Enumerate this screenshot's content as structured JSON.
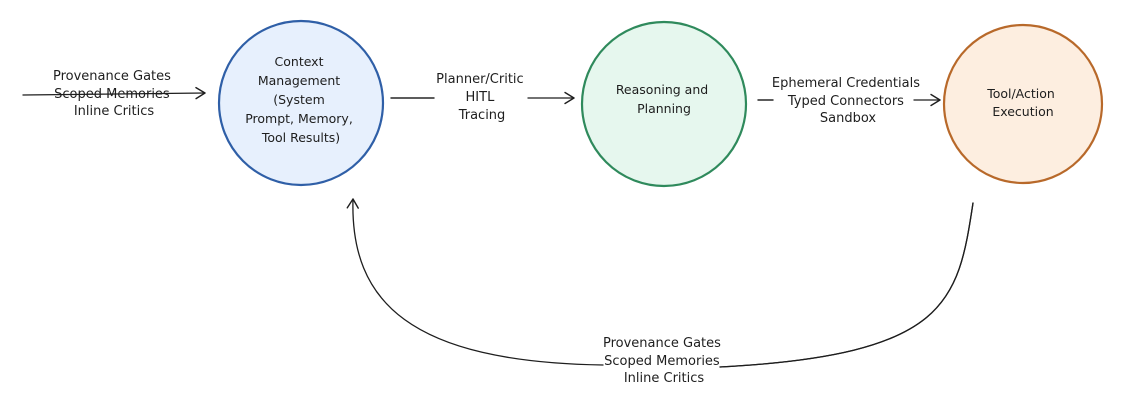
{
  "nodes": {
    "context": {
      "lines": [
        "Context",
        "Management",
        "(System",
        "Prompt, Memory,",
        "Tool Results)"
      ],
      "fill": "#e7f0fd",
      "stroke": "#2f5fa7"
    },
    "reasoning": {
      "lines": [
        "Reasoning and",
        "Planning"
      ],
      "fill": "#e6f7ee",
      "stroke": "#2f8a5c"
    },
    "tool": {
      "lines": [
        "Tool/Action",
        "Execution"
      ],
      "fill": "#fdeee0",
      "stroke": "#b8692a"
    }
  },
  "edges": {
    "input": {
      "lines": [
        "Provenance Gates",
        "Scoped Memories",
        "Inline Critics"
      ]
    },
    "context_to_reasoning": {
      "lines": [
        "Planner/Critic",
        "HITL",
        "Tracing"
      ]
    },
    "reasoning_to_tool": {
      "lines": [
        "Ephemeral Credentials",
        "Typed Connectors",
        "Sandbox"
      ]
    },
    "feedback": {
      "lines": [
        "Provenance Gates",
        "Scoped Memories",
        "Inline Critics"
      ]
    }
  },
  "colors": {
    "line": "#1e1e1e",
    "text": "#1e1e1e"
  }
}
